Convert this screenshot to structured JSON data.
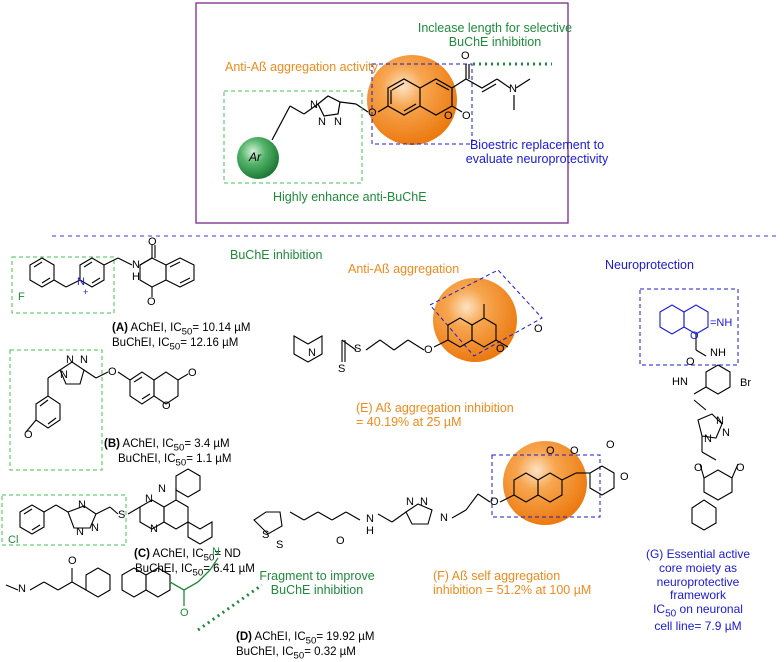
{
  "top": {
    "increase_length_line1": "Inclease length for selective",
    "increase_length_line2": "BuChE inhibition",
    "anti_abeta": "Anti-Aß aggregation activity",
    "bioisosteric_line1": "Bioestric replacement to",
    "bioisosteric_line2": "evaluate neuroprotectivity",
    "highly_enhance": "Highly enhance anti-BuChE",
    "ar_label": "Ar"
  },
  "compounds": {
    "A": {
      "label": "(A)",
      "line1_rest": " AChEI, IC",
      "line1_sub": "50",
      "line1_val": "= 10.14 µM",
      "line2_pre": "BuChEI, IC",
      "line2_sub": "50",
      "line2_val": "= 12.16  µM",
      "header": "BuChE inhibition"
    },
    "B": {
      "label": "(B)",
      "line1_rest": " AChEI, IC",
      "line1_sub": "50",
      "line1_val": "= 3.4 µM",
      "line2_pre": "BuChEI, IC",
      "line2_sub": "50",
      "line2_val": "= 1.1 µM"
    },
    "C": {
      "label": "(C)",
      "line1_rest": " AChEI, IC",
      "line1_sub": "50",
      "line1_val": "= ND",
      "line2_pre": "BuChEI, IC",
      "line2_sub": "50",
      "line2_val": "= 6.41  µM"
    },
    "D": {
      "label": "(D)",
      "line1_rest": " AChEI, IC",
      "line1_sub": "50",
      "line1_val": "= 19.92 µM",
      "line2_pre": "BuChEI, IC",
      "line2_sub": "50",
      "line2_val": "= 0.32 µM",
      "fragment_line1": "Fragment to improve",
      "fragment_line2": "BuChE inhibition"
    },
    "E": {
      "header": "Anti-Aß aggregation",
      "line1": "(E) Aß aggregation inhibition",
      "line2": "= 40.19% at 25 µM"
    },
    "F": {
      "line1": "(F) Aß self aggregation",
      "line2": "inhibition = 51.2% at 100 µM"
    },
    "G": {
      "header": "Neuroprotection",
      "line1": "(G) Essential active",
      "line2": "core moiety  as",
      "line3": "neuroprotective",
      "line4": "framework",
      "line5_pre": "IC",
      "line5_sub": "50",
      "line5_post": "  on neuronal",
      "line6": "cell line= 7.9 µM"
    }
  },
  "atoms": {
    "O": "O",
    "N": "N",
    "S": "S",
    "F": "F",
    "Cl": "Cl",
    "Br": "Br",
    "H": "H",
    "NH": "NH",
    "HN": "HN",
    "NH_imine": "NH",
    "plus": "+",
    "N_eq": "=NH"
  },
  "colors": {
    "purple_frame": "#7a2a8c",
    "green": "#1f8a3b",
    "orange": "#f08a1c",
    "blue": "#1a1ad6",
    "sphere_orange": "#f28a1e",
    "sphere_green": "#2f9a4a"
  }
}
